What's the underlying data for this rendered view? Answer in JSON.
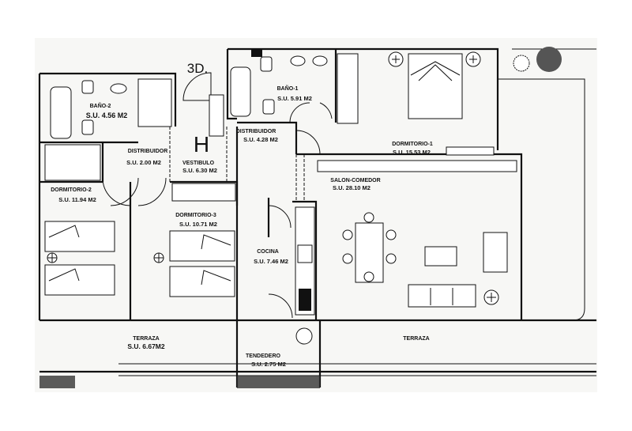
{
  "plan": {
    "unit_label": "3D.",
    "entry_marker": "H",
    "rooms": {
      "bano2": {
        "name": "BAÑO-2",
        "area": "S.U. 4.56 M2"
      },
      "distribuidor_left": {
        "name": "DISTRIBUIDOR",
        "area": "S.U. 2.00 M2"
      },
      "vestibulo": {
        "name": "VESTIBULO",
        "area": "S.U. 6.30 M2"
      },
      "bano1": {
        "name": "BAÑO-1",
        "area": "S.U. 5.91 M2"
      },
      "distribuidor_right": {
        "name": "DISTRIBUIDOR",
        "area": "S.U. 4.28 M2"
      },
      "dormitorio1": {
        "name": "DORMITORIO-1",
        "area": "S.U. 15.53 M2"
      },
      "salon": {
        "name": "SALON-COMEDOR",
        "area": "S.U. 28.10 M2"
      },
      "dormitorio2": {
        "name": "DORMITORIO-2",
        "area": "S.U. 11.94 M2"
      },
      "dormitorio3": {
        "name": "DORMITORIO-3",
        "area": "S.U. 10.71 M2"
      },
      "cocina": {
        "name": "COCINA",
        "area": "S.U. 7.46 M2"
      },
      "terraza_left": {
        "name": "TERRAZA",
        "area": "S.U. 6.67M2"
      },
      "tendedero": {
        "name": "TENDEDERO",
        "area": "S.U. 2.75 M2"
      },
      "terraza_right": {
        "name": "TERRAZA"
      }
    }
  }
}
